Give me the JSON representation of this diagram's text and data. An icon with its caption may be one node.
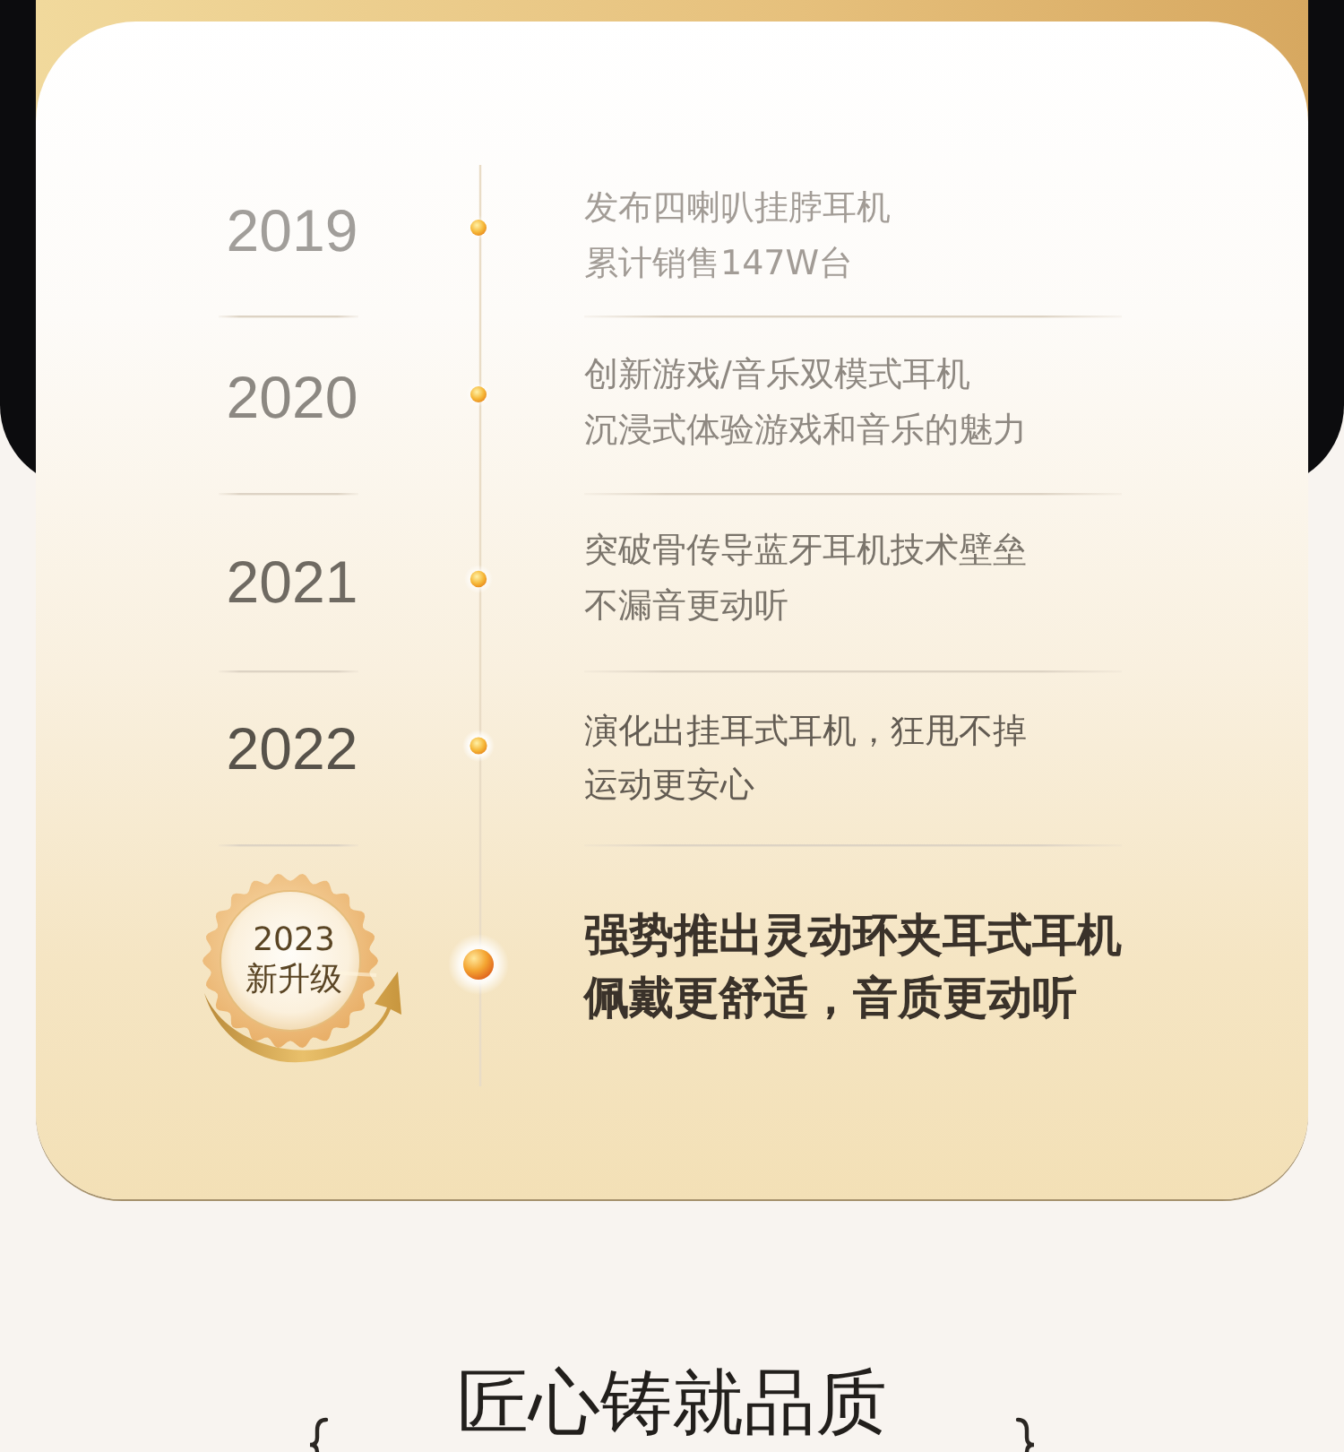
{
  "diagram": {
    "title": "匠心铸就品质",
    "nodes": [
      {
        "text": [
          "2023",
          "新升级"
        ]
      }
    ],
    "labels": [
      "2019",
      "发布四喇叭挂脖耳机",
      "累计销售147W台",
      "2020",
      "创新游戏/音乐双模式耳机",
      "沉浸式体验游戏和音乐的魅力",
      "2021",
      "突破骨传导蓝牙耳机技术壁垒",
      "不漏音更动听",
      "2022",
      "演化出挂耳式耳机，狂甩不掉",
      "运动更安心",
      "强势推出灵动环夹耳式耳机",
      "佩戴更舒适，音质更动听"
    ]
  }
}
